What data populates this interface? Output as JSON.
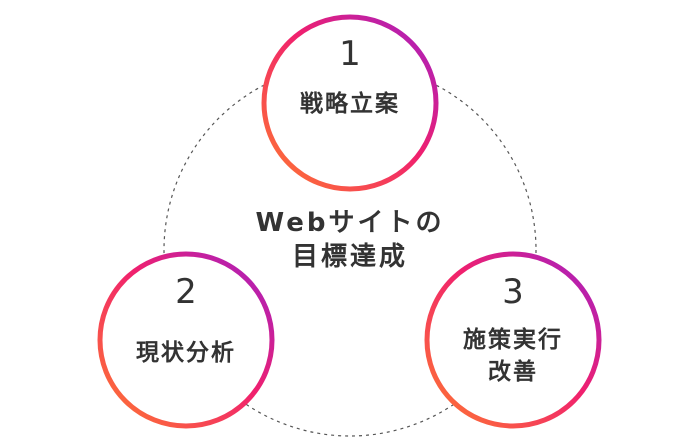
{
  "colors": {
    "gradient_start": "#FF7A2F",
    "gradient_mid": "#F0206E",
    "gradient_end": "#A020C8",
    "dashed_line": "#555555",
    "text": "#333333"
  },
  "center": {
    "title": "Webサイトの\n目標達成"
  },
  "steps": [
    {
      "number": "1",
      "label": "戦略立案"
    },
    {
      "number": "2",
      "label": "現状分析"
    },
    {
      "number": "3",
      "label": "施策実行\n改善"
    }
  ]
}
